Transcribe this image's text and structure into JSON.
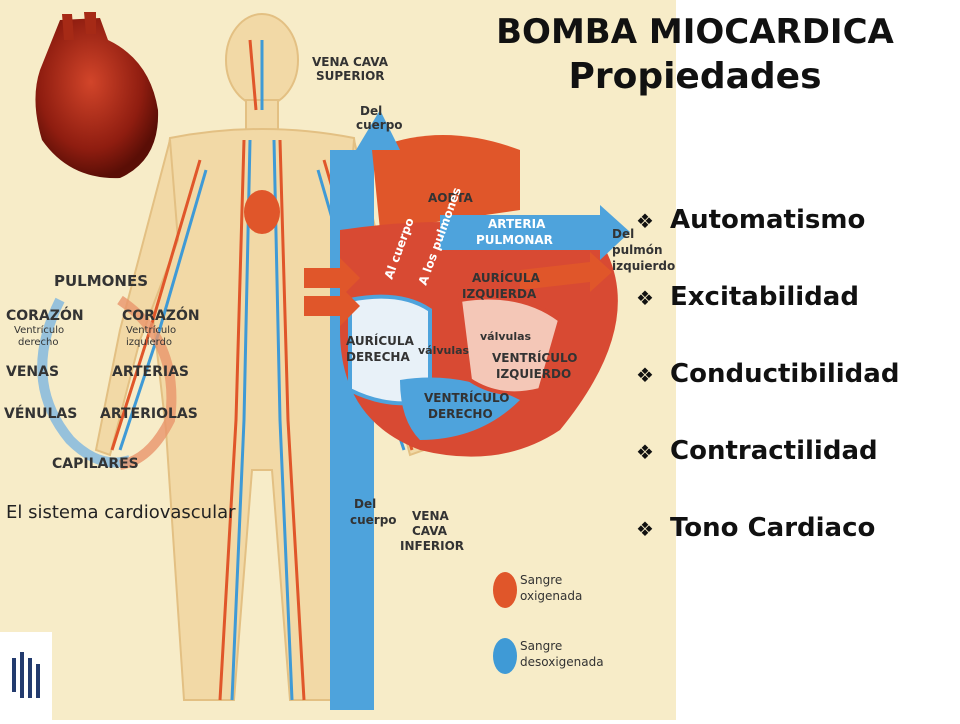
{
  "title": {
    "line1": "BOMBA MIOCARDICA",
    "line2": "Propiedades"
  },
  "properties": [
    {
      "label": "Automatismo"
    },
    {
      "label": "Excitabilidad"
    },
    {
      "label": "Conductibilidad"
    },
    {
      "label": "Contractilidad"
    },
    {
      "label": "Tono Cardiaco"
    }
  ],
  "bullet_glyph": "❖",
  "diagram": {
    "caption": "El sistema cardiovascular",
    "cycle": {
      "pulmones": "PULMONES",
      "corazon_l": "CORAZÓN",
      "corazon_l_sub1": "Ventrículo",
      "corazon_l_sub2": "derecho",
      "corazon_r": "CORAZÓN",
      "corazon_r_sub1": "Ventrículo",
      "corazon_r_sub2": "izquierdo",
      "venas": "VENAS",
      "arterias": "ARTERIAS",
      "venulas": "VÉNULAS",
      "arteriolas": "ARTERIOLAS",
      "capilares": "CAPILARES"
    },
    "heart_labels": {
      "vena_cava_superior_1": "VENA CAVA",
      "vena_cava_superior_2": "SUPERIOR",
      "del_cuerpo_top_1": "Del",
      "del_cuerpo_top_2": "cuerpo",
      "aorta": "AORTA",
      "al_cuerpo": "Al cuerpo",
      "a_los_pulmones": "A los pulmones",
      "arteria_pulmonar_1": "ARTERIA",
      "arteria_pulmonar_2": "PULMONAR",
      "del_pulmon_1": "Del",
      "del_pulmon_2": "pulmón",
      "del_pulmon_3": "izquierdo",
      "auricula_izq_1": "AURÍCULA",
      "auricula_izq_2": "IZQUIERDA",
      "valvulas_right": "válvulas",
      "auricula_der_1": "AURÍCULA",
      "auricula_der_2": "DERECHA",
      "valvulas_center": "válvulas",
      "ventriculo_izq_1": "VENTRÍCULO",
      "ventriculo_izq_2": "IZQUIERDO",
      "ventriculo_der_1": "VENTRÍCULO",
      "ventriculo_der_2": "DERECHO",
      "del_cuerpo_bottom_1": "Del",
      "del_cuerpo_bottom_2": "cuerpo",
      "vena_cava_inferior_1": "VENA",
      "vena_cava_inferior_2": "CAVA",
      "vena_cava_inferior_3": "INFERIOR"
    },
    "legend": [
      {
        "line1": "Sangre",
        "line2": "oxigenada",
        "color": "#e0562a"
      },
      {
        "line1": "Sangre",
        "line2": "desoxigenada",
        "color": "#3f9ad6"
      }
    ]
  }
}
